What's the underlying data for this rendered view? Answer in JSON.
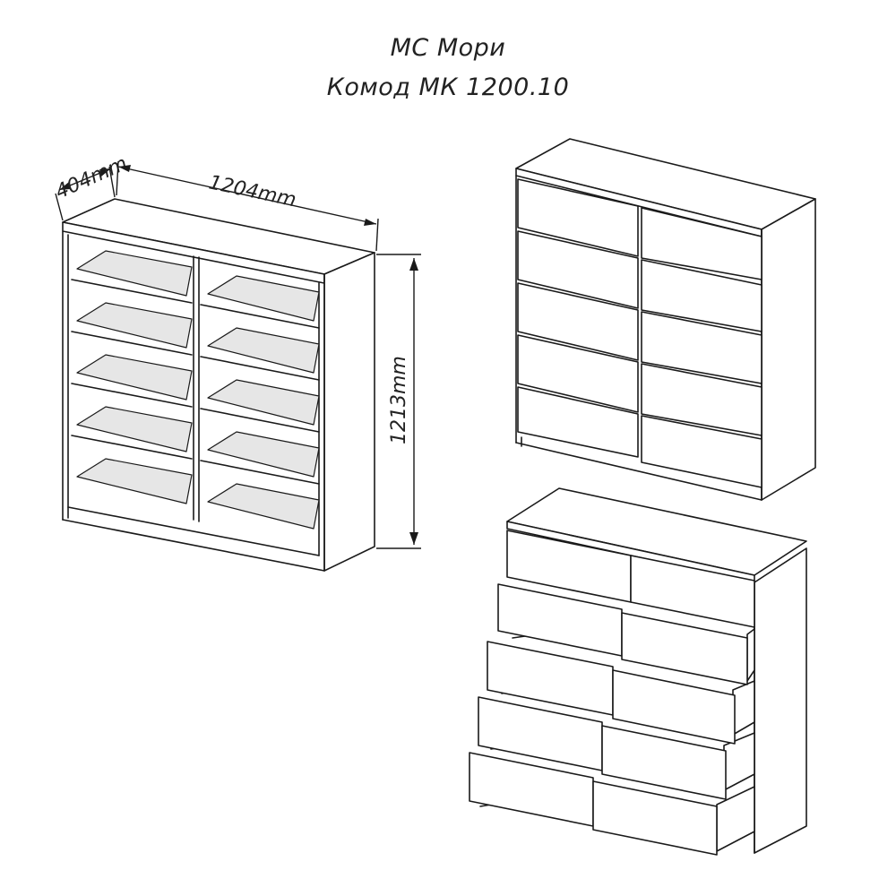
{
  "header": {
    "series": "МС Мори",
    "model": "Комод МК 1200.10"
  },
  "dimensions": {
    "depth": "404mm",
    "width": "1204mm",
    "height": "1213mm"
  },
  "views": {
    "carcass": {
      "columns": 2,
      "rows": 5,
      "drawers_open": false
    },
    "closed": {
      "columns": 2,
      "rows": 5,
      "drawers_open": false
    },
    "open": {
      "columns": 2,
      "rows": 5,
      "drawers_open": true
    }
  }
}
